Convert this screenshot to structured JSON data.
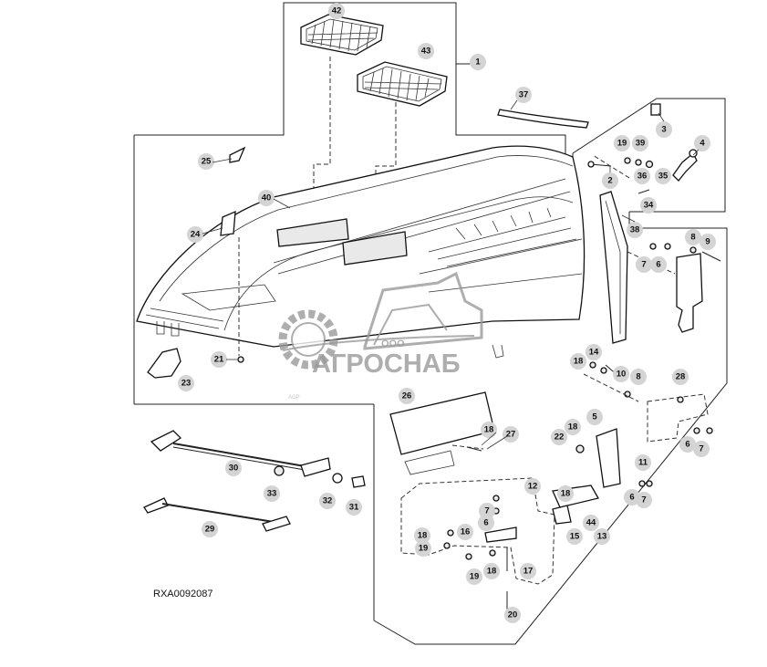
{
  "figure": {
    "reference_code": "RXA0092087",
    "watermark": {
      "prefix": "ООО",
      "name": "АГРОСНАБ"
    },
    "faded_label": "AGP"
  },
  "callouts": [
    "1",
    "2",
    "3",
    "4",
    "5",
    "6",
    "7",
    "8",
    "9",
    "10",
    "11",
    "12",
    "13",
    "14",
    "15",
    "16",
    "17",
    "18",
    "19",
    "20",
    "21",
    "22",
    "23",
    "24",
    "25",
    "26",
    "27",
    "28",
    "29",
    "30",
    "31",
    "32",
    "33",
    "34",
    "35",
    "36",
    "37",
    "38",
    "39",
    "40",
    "42",
    "43",
    "44"
  ],
  "colors": {
    "callout_fill": "#d4d4d4",
    "line": "#222222",
    "watermark": "#9a9a9a"
  }
}
